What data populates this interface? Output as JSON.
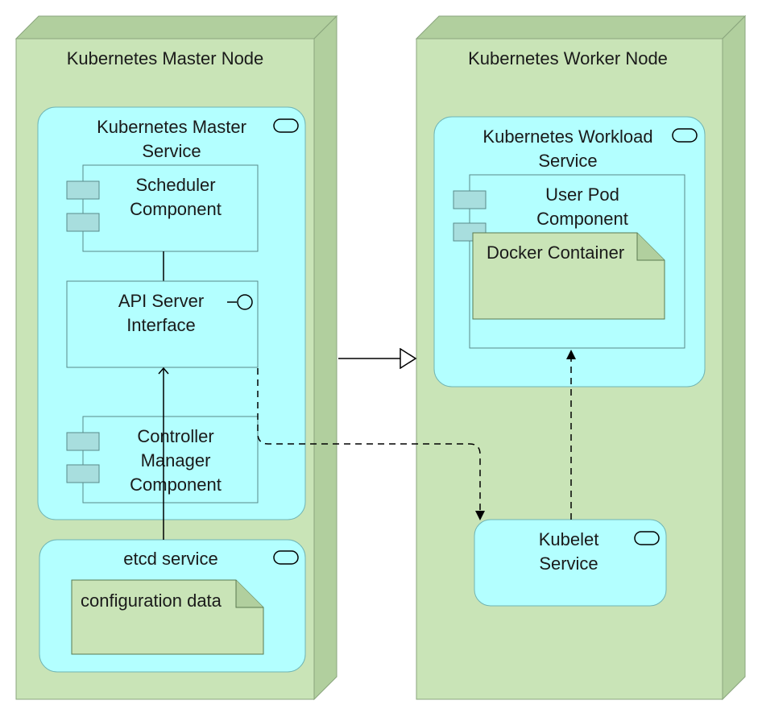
{
  "nodes": {
    "master": {
      "title": "Kubernetes Master Node"
    },
    "worker": {
      "title": "Kubernetes Worker Node"
    }
  },
  "services": {
    "master_service": {
      "line1": "Kubernetes Master",
      "line2": "Service"
    },
    "etcd": {
      "label": "etcd service"
    },
    "workload": {
      "line1": "Kubernetes Workload",
      "line2": "Service"
    },
    "kubelet": {
      "line1": "Kubelet",
      "line2": "Service"
    }
  },
  "components": {
    "scheduler": {
      "line1": "Scheduler",
      "line2": "Component"
    },
    "controller": {
      "line1": "Controller",
      "line2": "Manager",
      "line3": "Component"
    },
    "user_pod": {
      "line1": "User Pod",
      "line2": "Component"
    }
  },
  "interfaces": {
    "api_server": {
      "line1": "API Server",
      "line2": "Interface"
    }
  },
  "artifacts": {
    "configuration": {
      "label": "configuration data"
    },
    "docker": {
      "label": "Docker Container"
    }
  },
  "colors": {
    "node_fill": "#c9e4b7",
    "node_side": "#b1cf9e",
    "service_fill": "#b3ffff",
    "component_fill": "#c9e4b7",
    "component_tab": "#a8dede",
    "stroke": "#5a7a50",
    "line": "#000000"
  }
}
